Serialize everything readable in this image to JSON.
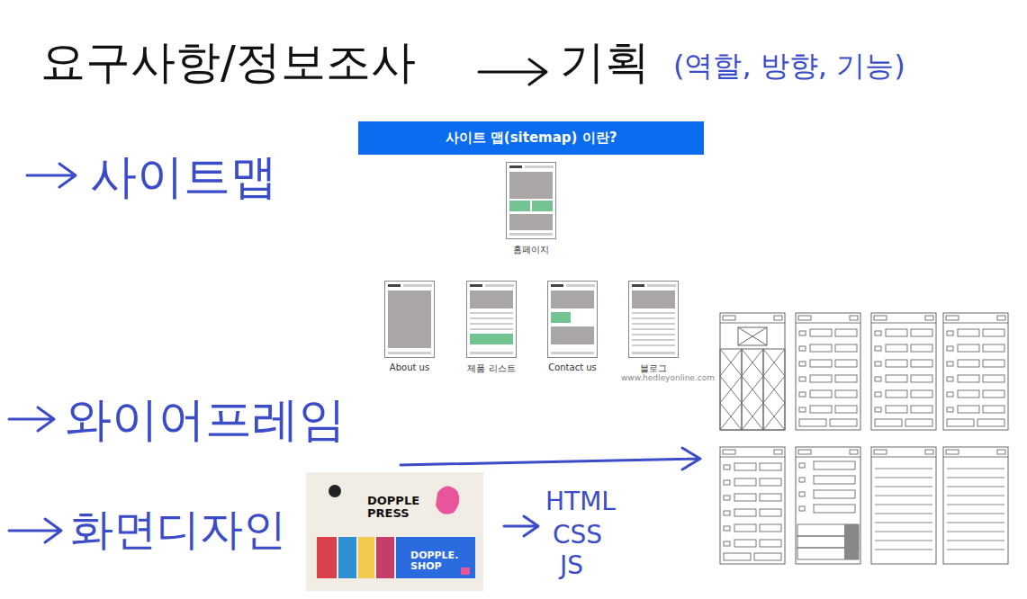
{
  "diagram": {
    "nodes": [
      {
        "text": [
          "사이트 맵(sitemap) 이란?"
        ]
      },
      {
        "text": [
          "홈페이지"
        ],
        "in": 0
      },
      {
        "text": [
          "About us"
        ],
        "in": 0
      },
      {
        "text": [
          "제품 리스트"
        ],
        "in": 0
      },
      {
        "text": [
          "Contact us"
        ],
        "in": 0
      },
      {
        "text": [
          "블로그"
        ],
        "in": 0
      }
    ],
    "edges": [
      {
        "from": 1,
        "to": 2,
        "arrow": "none"
      },
      {
        "from": 1,
        "to": 3,
        "arrow": "none"
      },
      {
        "from": 1,
        "to": 4,
        "arrow": "none"
      },
      {
        "from": 1,
        "to": 5,
        "arrow": "none"
      }
    ],
    "labels": [
      "요구사항/정보조사",
      "기획",
      "(역할, 방향, 기능)",
      "사이트맵",
      "와이어프레임",
      "화면디자인",
      "HTML",
      "CSS",
      "JS",
      "www.hedleyonline.com",
      "DOPPLE PRESS",
      "DOPPLE. SHOP"
    ]
  }
}
